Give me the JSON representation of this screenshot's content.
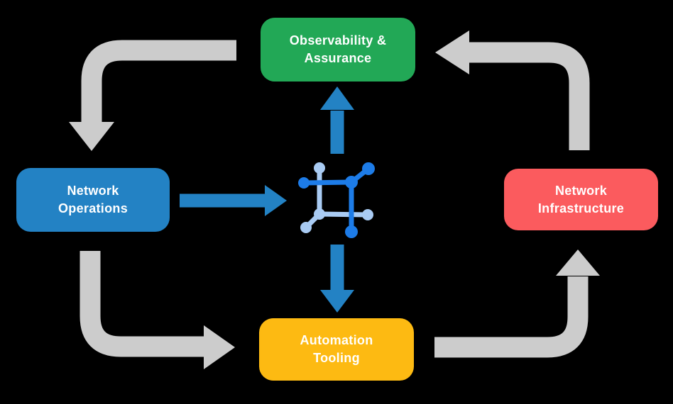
{
  "diagram": {
    "nodes": {
      "observability": {
        "line1": "Observability &",
        "line2": "Assurance",
        "color": "#22a856"
      },
      "operations": {
        "line1": "Network",
        "line2": "Operations",
        "color": "#2382c4"
      },
      "infrastructure": {
        "line1": "Network",
        "line2": "Infrastructure",
        "color": "#fb5b5e"
      },
      "automation": {
        "line1": "Automation",
        "line2": "Tooling",
        "color": "#fdba12"
      }
    },
    "center_icon": "network-automation-icon",
    "connections": {
      "outer_cycle": [
        {
          "from": "observability",
          "to": "operations"
        },
        {
          "from": "operations",
          "to": "automation"
        },
        {
          "from": "automation",
          "to": "infrastructure"
        },
        {
          "from": "infrastructure",
          "to": "observability"
        }
      ],
      "hub_links": [
        {
          "from": "operations",
          "to": "center-icon"
        },
        {
          "from": "center-icon",
          "to": "observability"
        },
        {
          "from": "center-icon",
          "to": "automation"
        }
      ]
    },
    "colors": {
      "background": "#000000",
      "cycle_arrow_gray": "#cccccc",
      "hub_arrow_blue": "#2382c4",
      "icon_dark_blue": "#1d7ce8",
      "icon_light_blue": "#a9cbf3",
      "label_text": "#ffffff"
    }
  }
}
